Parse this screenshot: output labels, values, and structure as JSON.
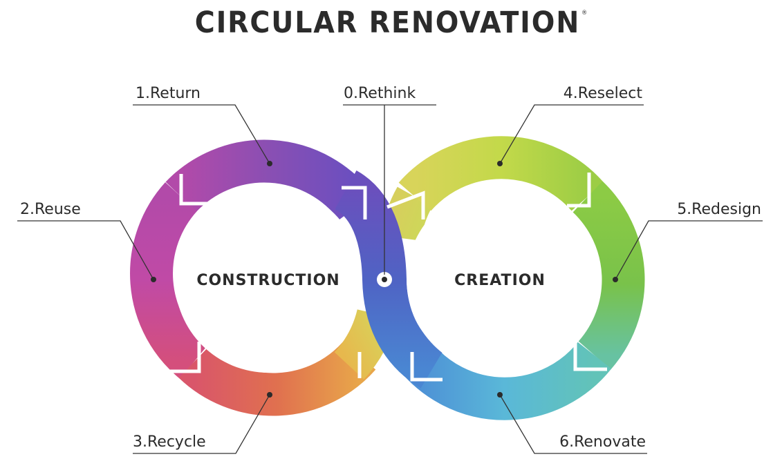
{
  "title": "CIRCULAR RENOVATION",
  "title_mark": "®",
  "centers": {
    "left": "CONSTRUCTION",
    "right": "CREATION"
  },
  "steps": [
    {
      "id": "rethink",
      "label": "0.Rethink"
    },
    {
      "id": "return",
      "label": "1.Return"
    },
    {
      "id": "reuse",
      "label": "2.Reuse"
    },
    {
      "id": "recycle",
      "label": "3.Recycle"
    },
    {
      "id": "reselect",
      "label": "4.Reselect"
    },
    {
      "id": "redesign",
      "label": "5.Redesign"
    },
    {
      "id": "renovate",
      "label": "6.Renovate"
    }
  ],
  "colors": {
    "text": "#2b2b2b",
    "leader_line": "#333333",
    "return": "#8a4fb3",
    "reuse": "#c04aa6",
    "recycle": "#e0704f",
    "reselect": "#c3d94a",
    "redesign": "#79c24a",
    "renovate": "#5ab8d8",
    "rethink": "#4f63c4"
  }
}
